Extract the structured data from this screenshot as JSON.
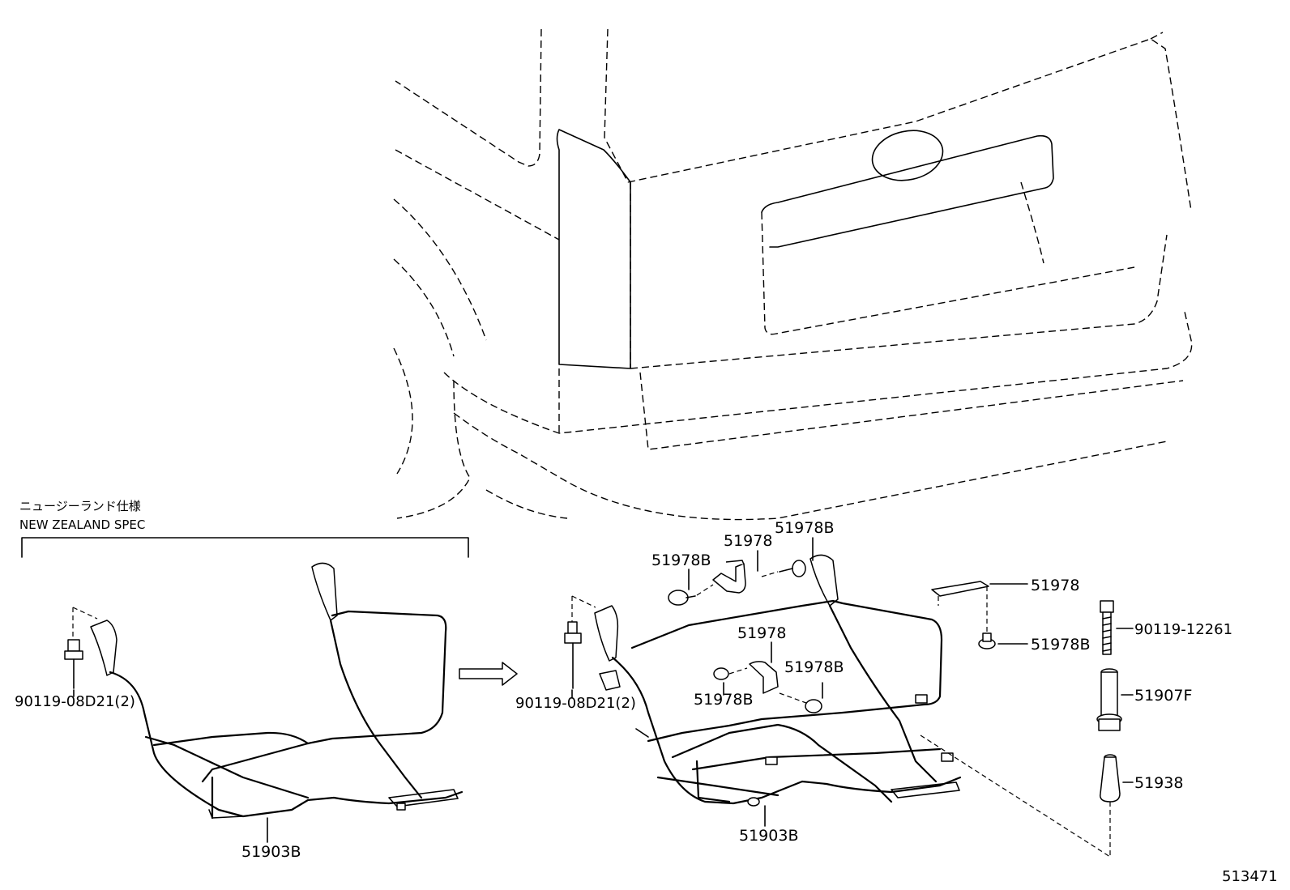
{
  "diagram": {
    "spec_label_jp": "ニュージーランド仕様",
    "spec_label_en": "NEW ZEALAND SPEC",
    "figure_number": "513471",
    "callouts": {
      "spec_bolt": "90119-08D21(2)",
      "spec_frame": "51903B",
      "bolt": "90119-08D21(2)",
      "frame": "51903B",
      "clip_a": "51978B",
      "bracket_a": "51978",
      "clip_b": "51978B",
      "bracket_b": "51978",
      "clip_c": "51978B",
      "clip_d": "51978B",
      "bracket_c": "51978",
      "clip_e": "51978B",
      "long_bolt": "90119-12261",
      "collar": "51907F",
      "cap": "51938"
    }
  }
}
